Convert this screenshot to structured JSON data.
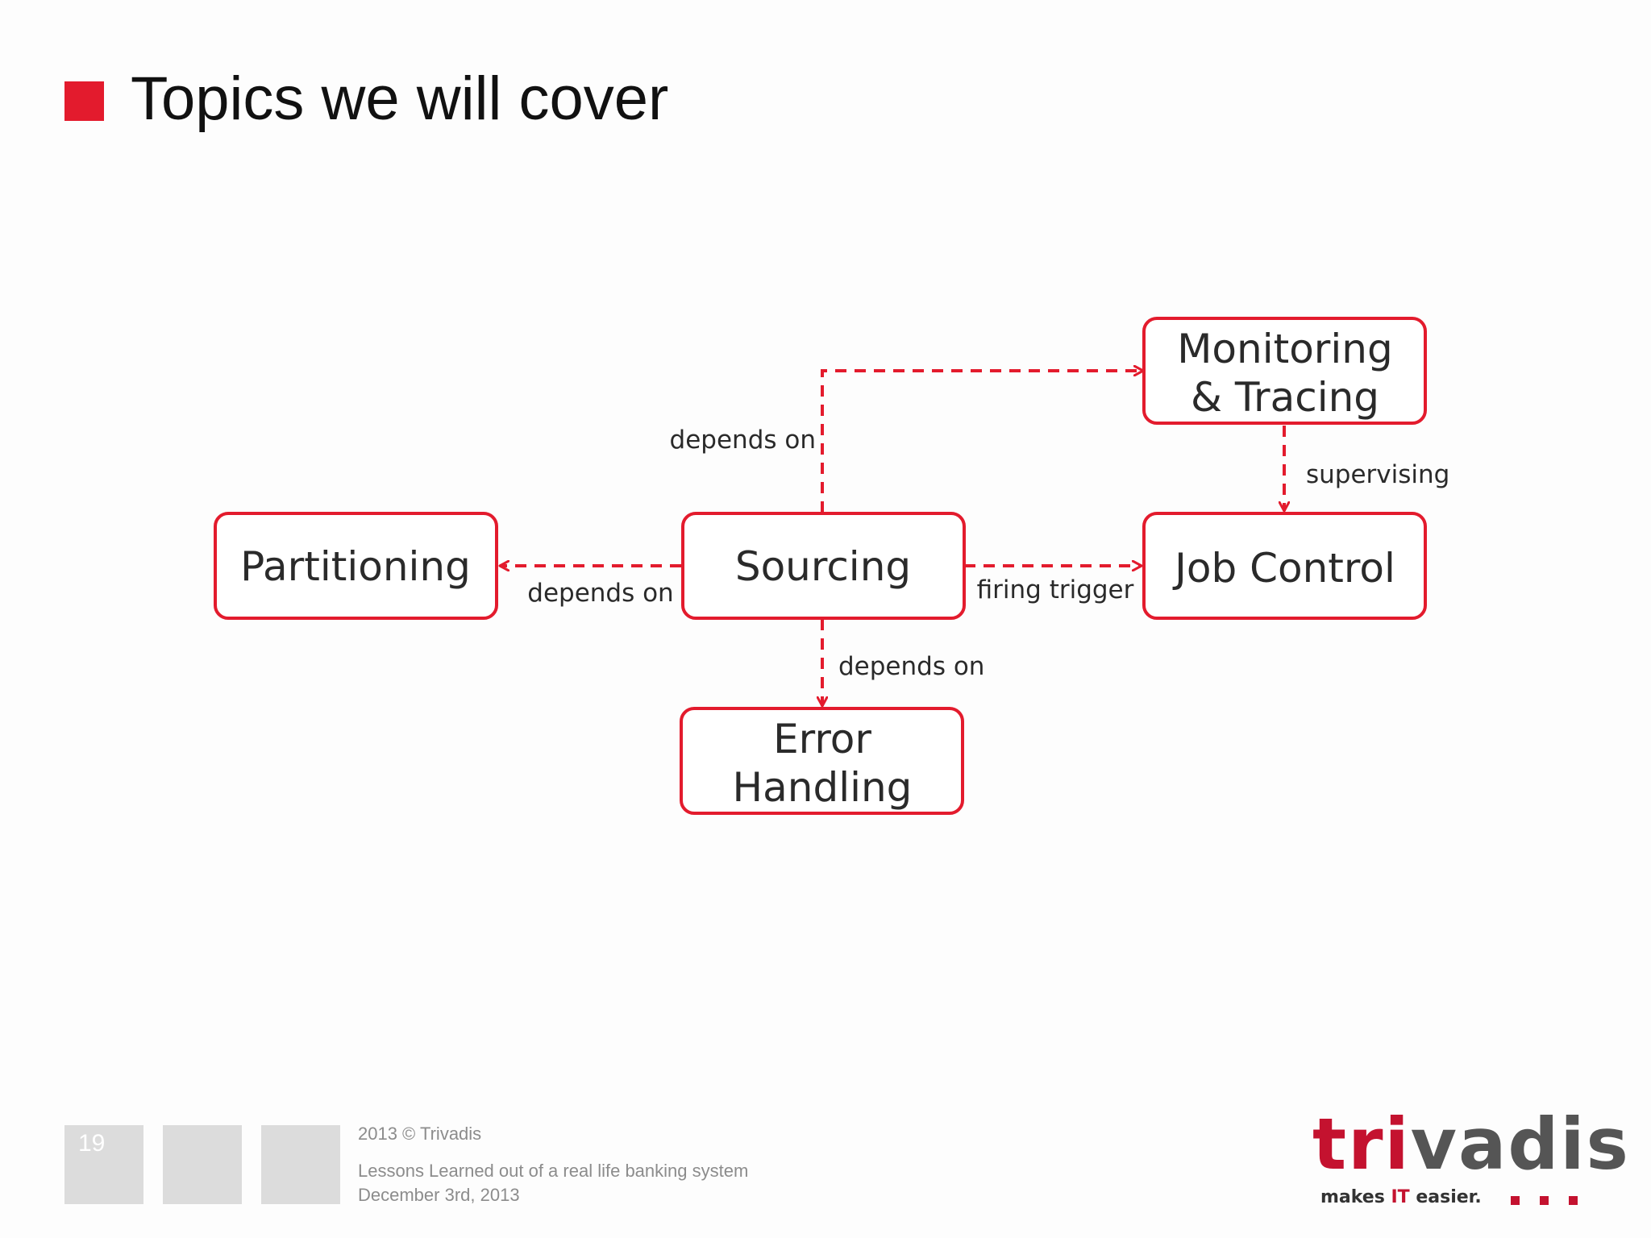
{
  "slide": {
    "title": "Topics we will cover",
    "accent_color": "#e31b2d"
  },
  "diagram": {
    "nodes": {
      "monitoring": [
        "Monitoring",
        "& Tracing"
      ],
      "partitioning": "Partitioning",
      "sourcing": "Sourcing",
      "job_control": "Job Control",
      "error_handling": [
        "Error",
        "Handling"
      ]
    },
    "edges": {
      "sourcing_to_monitoring": "depends on",
      "monitoring_to_job_control": "supervising",
      "sourcing_to_partitioning": "depends on",
      "sourcing_to_job_control": "firing trigger",
      "sourcing_to_error_handling": "depends on"
    }
  },
  "footer": {
    "page_number": "19",
    "copyright": "2013 © Trivadis",
    "presentation_title": "Lessons Learned out of a real life banking system",
    "date": "December 3rd, 2013"
  },
  "logo": {
    "wordmark": "trivadis",
    "tagline": "makes IT easier.",
    "brand_color": "#c4122f"
  }
}
